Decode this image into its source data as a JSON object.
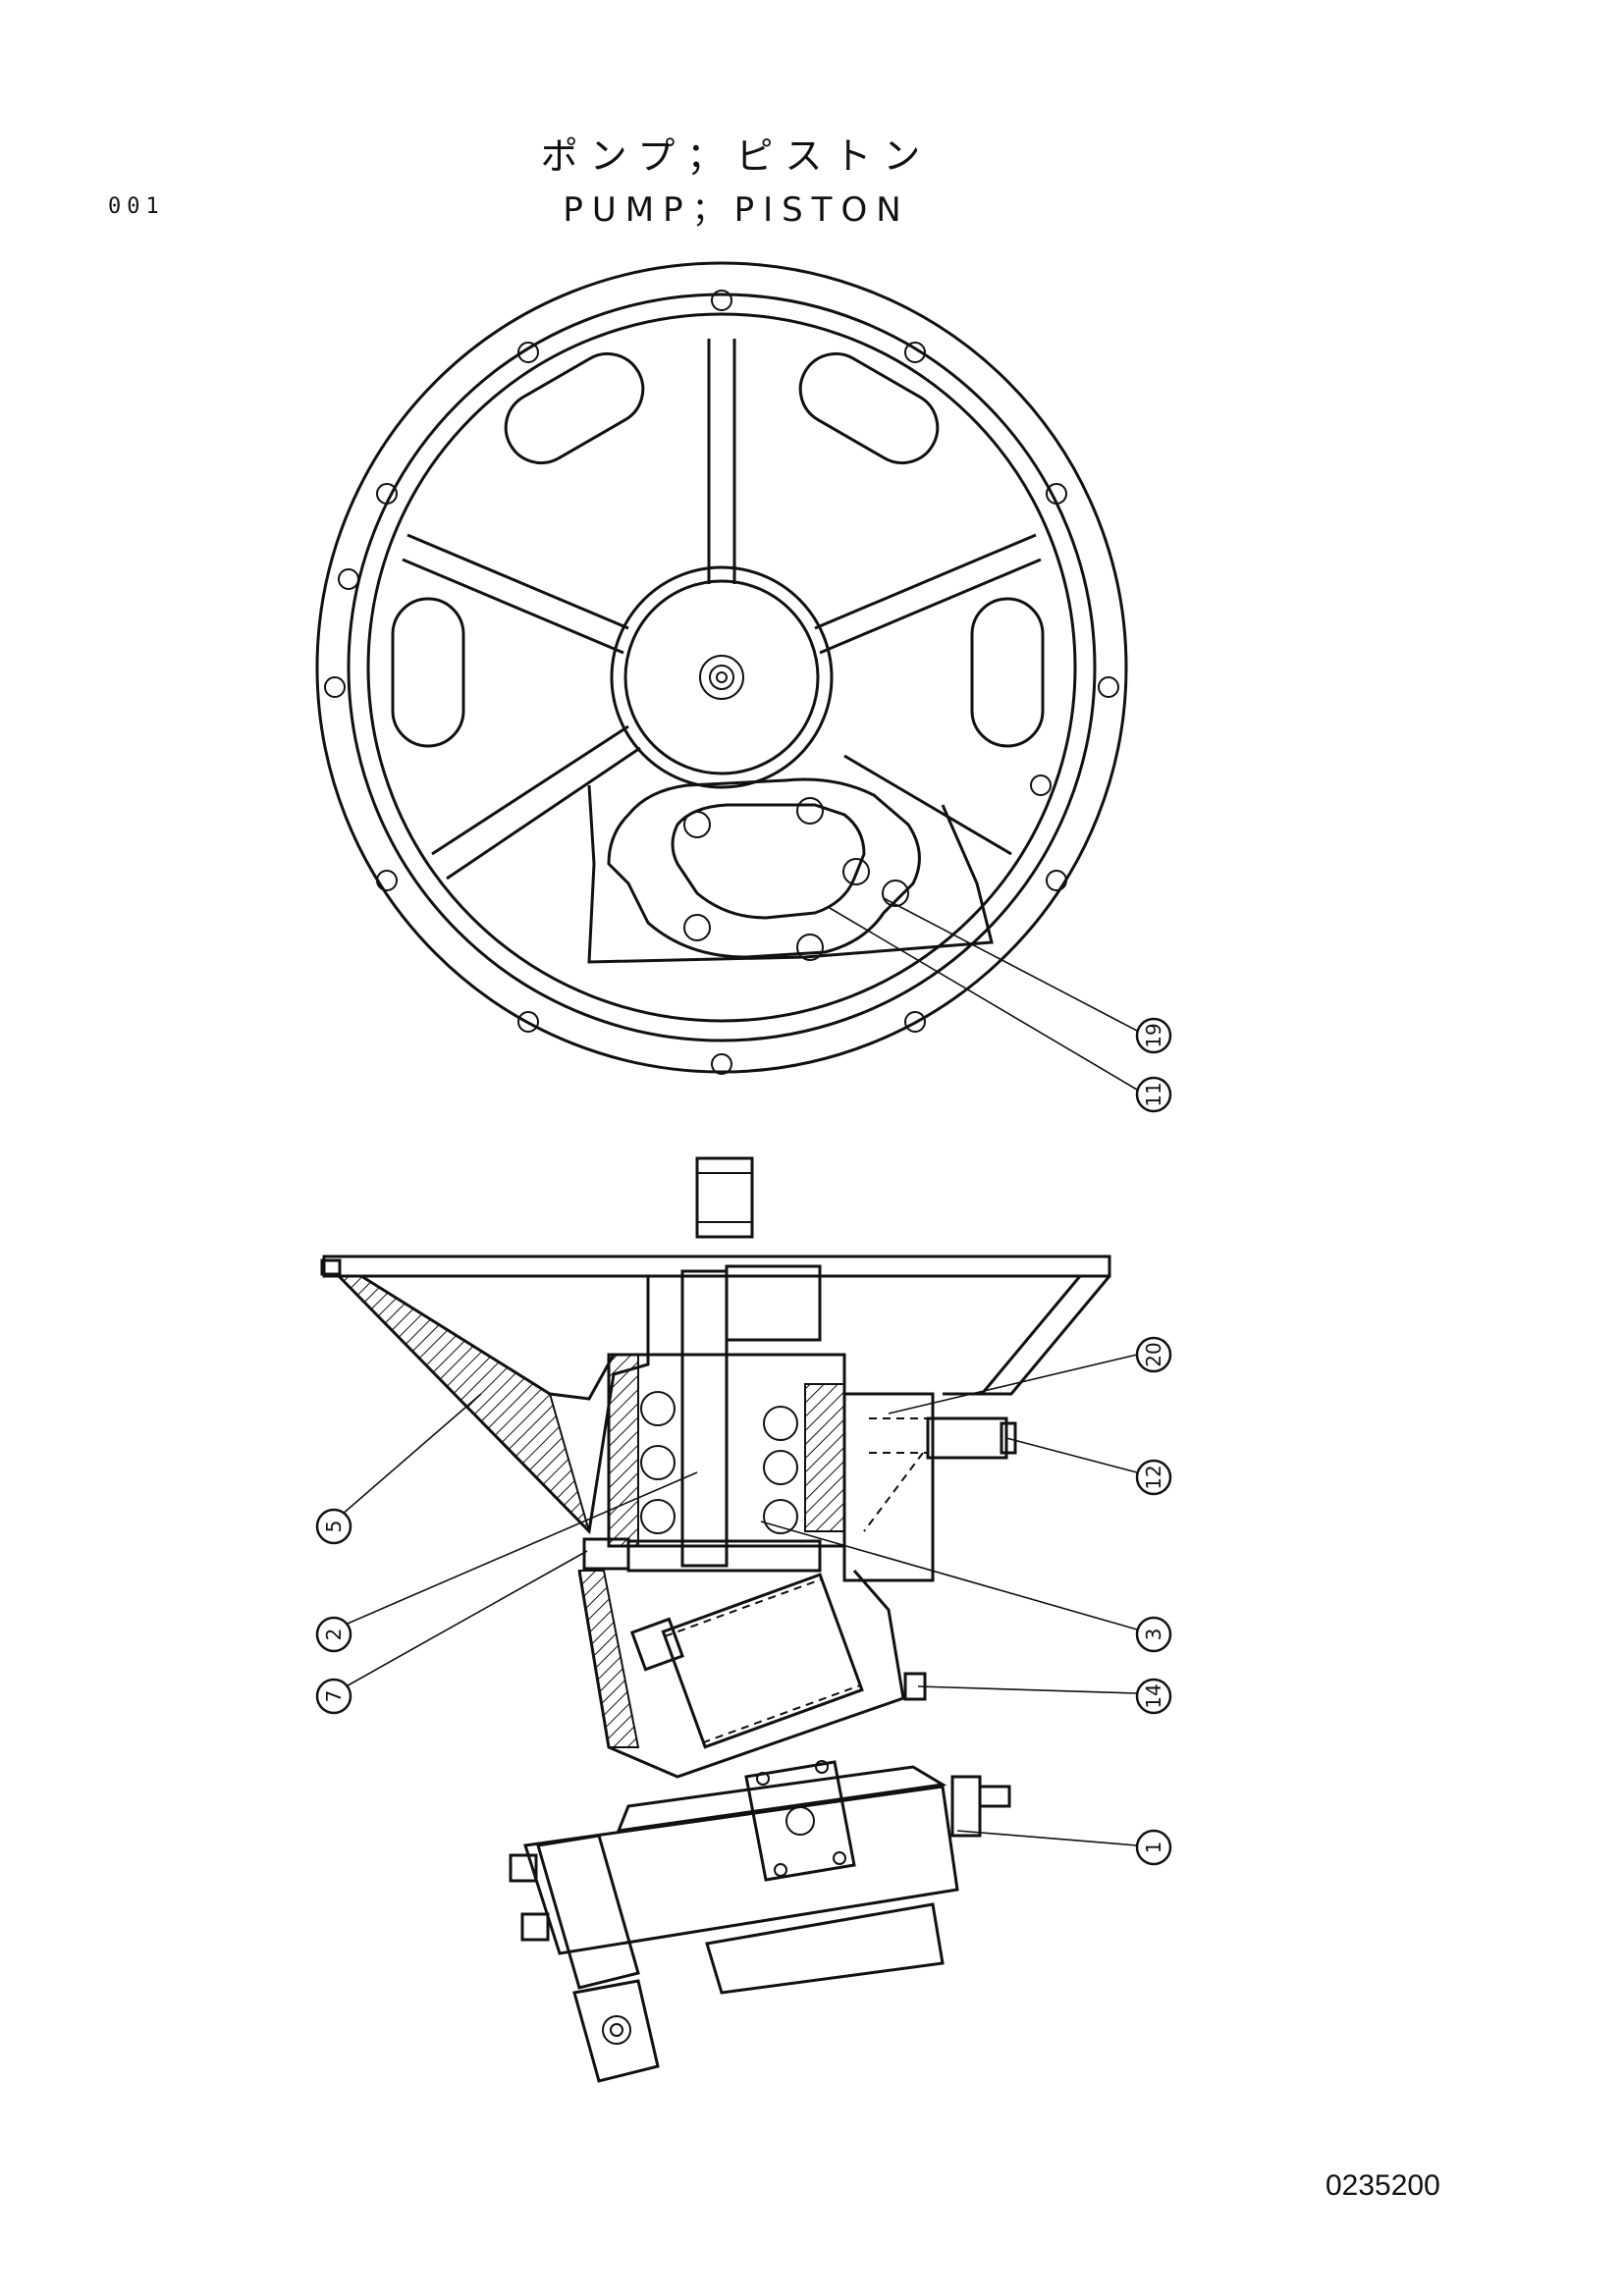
{
  "page": {
    "number": "001",
    "drawing_number": "0235200"
  },
  "title": {
    "jp": "ポンプ；ピストン",
    "en": "PUMP；PISTON"
  },
  "callouts": [
    {
      "id": "19",
      "label": "19"
    },
    {
      "id": "11",
      "label": "11"
    },
    {
      "id": "20",
      "label": "20"
    },
    {
      "id": "12",
      "label": "12"
    },
    {
      "id": "5",
      "label": "5"
    },
    {
      "id": "2",
      "label": "2"
    },
    {
      "id": "3",
      "label": "3"
    },
    {
      "id": "7",
      "label": "7"
    },
    {
      "id": "14",
      "label": "14"
    },
    {
      "id": "1",
      "label": "1"
    }
  ]
}
